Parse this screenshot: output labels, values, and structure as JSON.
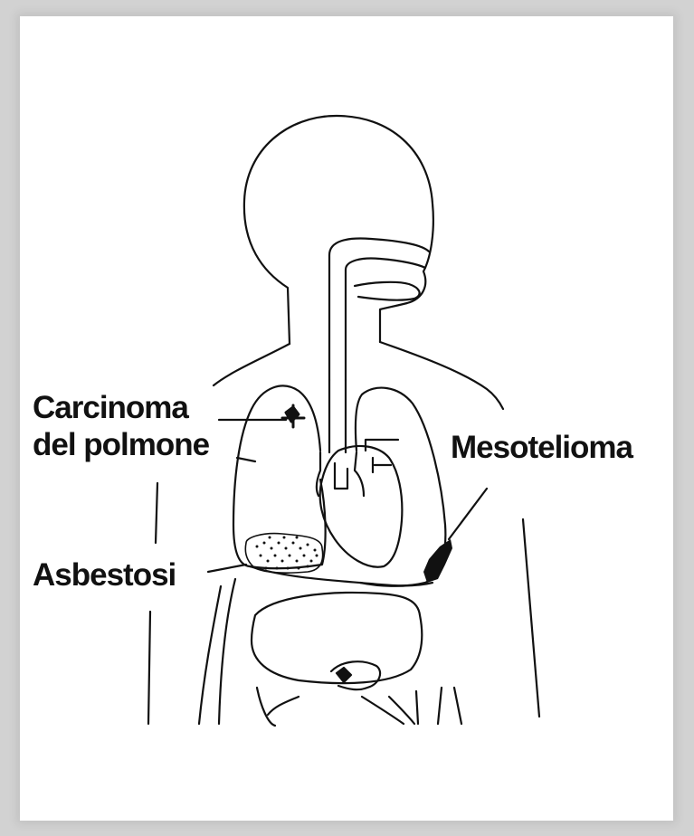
{
  "diagram": {
    "labels": {
      "lung_carcinoma_line1": "Carcinoma",
      "lung_carcinoma_line2": "del polmone",
      "mesothelioma": "Mesotelioma",
      "asbestosis": "Asbestosi"
    }
  },
  "colors": {
    "ink": "#111111",
    "background": "#ffffff",
    "frame": "#d2d2d2"
  }
}
